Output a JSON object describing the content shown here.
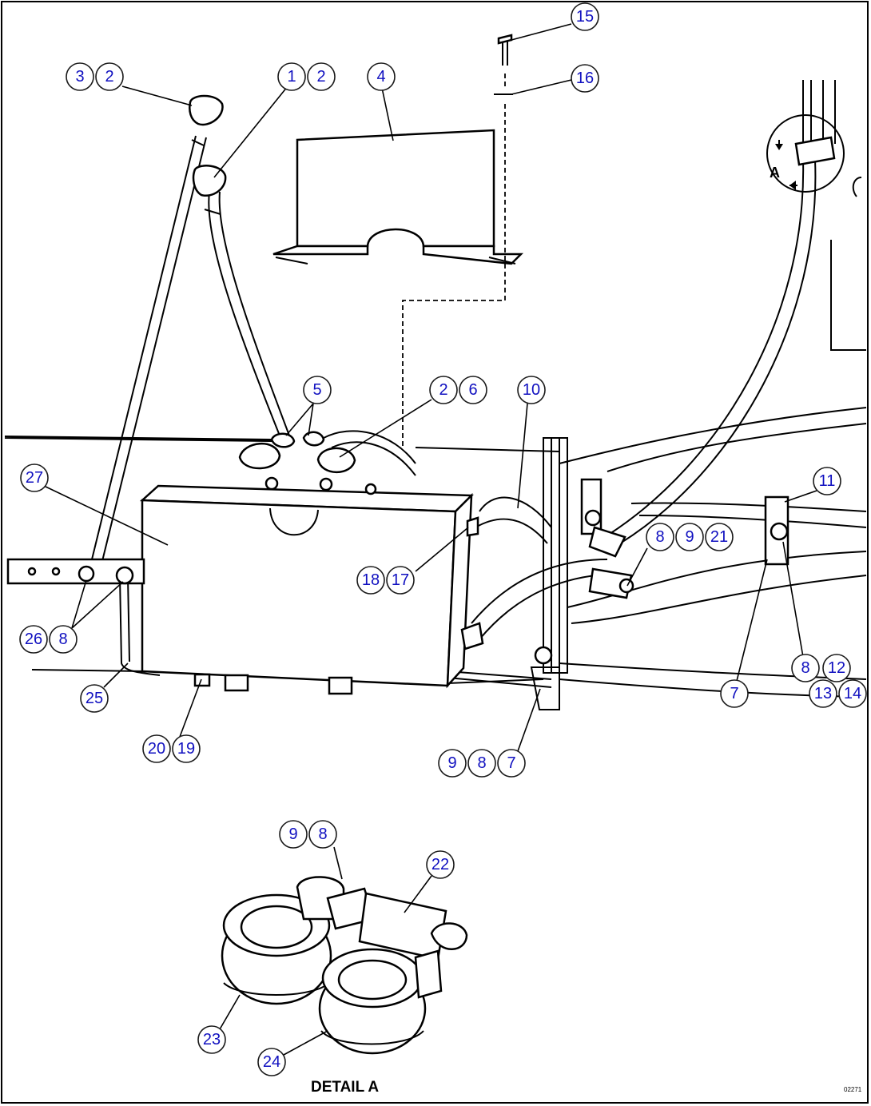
{
  "caption": "DETAIL A",
  "view_label": "A",
  "figure_ref": "02271",
  "callouts": {
    "c15": "15",
    "c16": "16",
    "c3": "3",
    "c2a": "2",
    "c1": "1",
    "c2b": "2",
    "c4": "4",
    "c5": "5",
    "c2c": "2",
    "c6": "6",
    "c10": "10",
    "c27": "27",
    "c11": "11",
    "c8a": "8",
    "c9a": "9",
    "c21": "21",
    "c18": "18",
    "c17": "17",
    "c26": "26",
    "c8b": "8",
    "c25": "25",
    "c8c": "8",
    "c12": "12",
    "c13": "13",
    "c14": "14",
    "c7a": "7",
    "c20": "20",
    "c19": "19",
    "c9b": "9",
    "c8d": "8",
    "c7b": "7",
    "c9c": "9",
    "c8e": "8",
    "c22": "22",
    "c23": "23",
    "c24": "24"
  }
}
